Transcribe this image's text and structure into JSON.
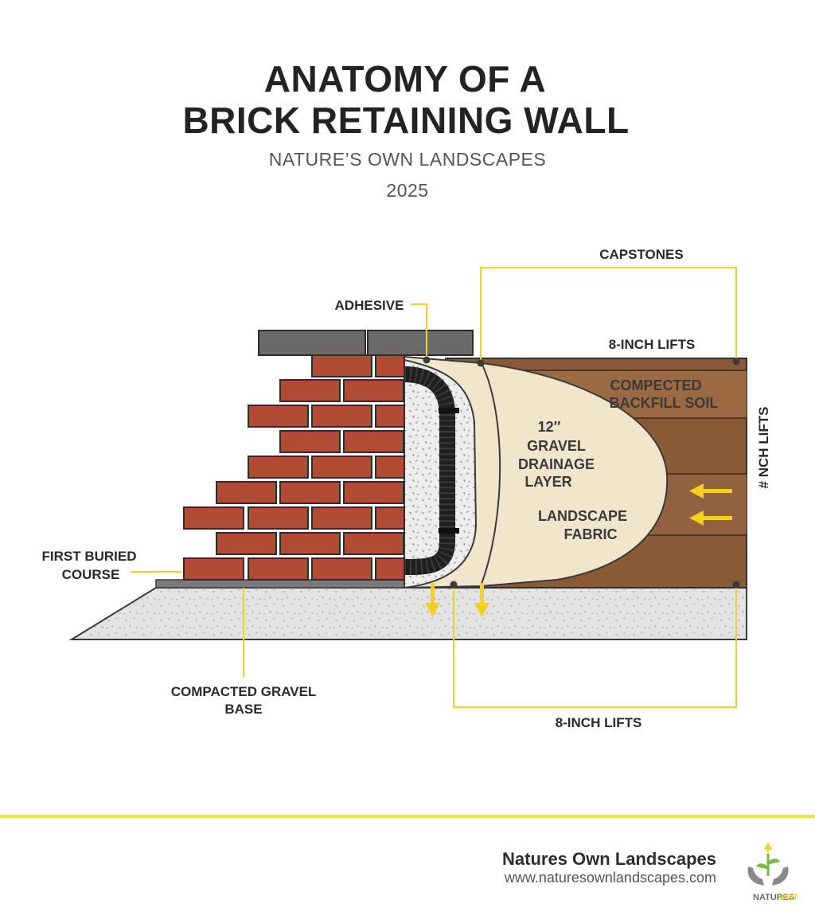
{
  "header": {
    "title_line1": "ANATOMY OF A",
    "title_line2": "BRICK RETAINING WALL",
    "subtitle": "NATURE’S OWN LANDSCAPES",
    "year": "2025"
  },
  "labels": {
    "capstones": "CAPSTONES",
    "adhesive": "ADHESIVE",
    "lifts_top": "8-INCH LIFTS",
    "backfill_1": "COMPECTED",
    "backfill_2": "BACKFILL SOIL",
    "gravel_1": "12″",
    "gravel_2": "GRAVEL",
    "gravel_3": "DRAINAGE",
    "gravel_4": "LAYER",
    "fabric_1": "LANDSCAPE",
    "fabric_2": "FABRIC",
    "vertical_lifts": "# NCH LIFTS",
    "first_course_1": "FIRST BURIED",
    "first_course_2": "COURSE",
    "base_1": "COMPACTED GRAVEL",
    "base_2": "BASE",
    "lifts_bottom": "8-INCH LIFTS"
  },
  "footer": {
    "company": "Natures Own Landscapes",
    "url": "www.naturesownlandscapes.com",
    "logo_text_1": "NATURES",
    "logo_text_2": "OWN"
  },
  "colors": {
    "accent": "#f4e62c",
    "brick": "#b14b33",
    "soil": "#8a5a36",
    "gravel_fill": "#f1e6cc",
    "capstone": "#6a6a6a"
  },
  "icons": {
    "flow_arrows": "arrow-left-icon",
    "drain_arrows": "arrow-down-icon",
    "logo": "tulip-hands-icon"
  }
}
